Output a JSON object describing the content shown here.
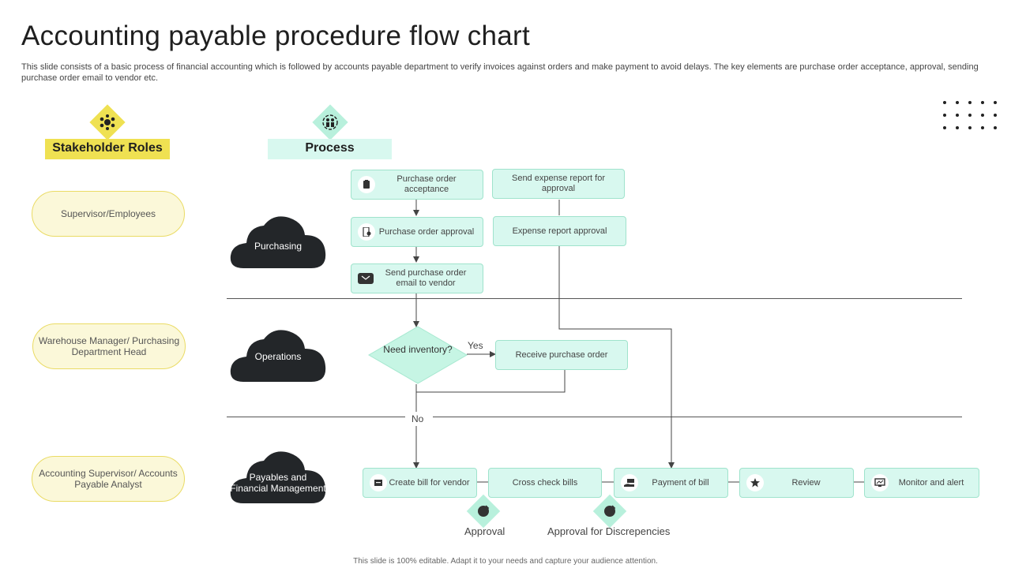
{
  "title": "Accounting payable procedure flow chart",
  "description": "This slide consists of a basic process of financial accounting which is followed by accounts payable department to verify invoices against orders and make payment to avoid delays. The key elements are purchase order acceptance, approval, sending purchase order email to vendor etc.",
  "headers": {
    "stakeholder": "Stakeholder Roles",
    "process": "Process"
  },
  "roles": [
    "Supervisor/Employees",
    "Warehouse Manager/ Purchasing Department Head",
    "Accounting Supervisor/ Accounts Payable Analyst"
  ],
  "departments": [
    "Purchasing",
    "Operations",
    "Payables and Financial Management"
  ],
  "steps": {
    "po_acceptance": "Purchase order acceptance",
    "po_approval": "Purchase order approval",
    "send_po_email": "Send purchase order email to vendor",
    "send_expense": "Send expense report for approval",
    "expense_approval": "Expense report approval",
    "need_inventory": "Need inventory?",
    "receive_po": "Receive purchase order",
    "create_bill": "Create bill for vendor",
    "cross_check": "Cross check bills",
    "payment": "Payment of bill",
    "review": "Review",
    "monitor": "Monitor and alert"
  },
  "branches": {
    "yes": "Yes",
    "no": "No"
  },
  "legend": {
    "approval": "Approval",
    "approval_discrepancies": "Approval  for Discrepencies"
  },
  "footer": "This slide is 100% editable.  Adapt it to your needs and capture your audience attention.",
  "colors": {
    "yellow": "#efe152",
    "mint": "#d8f8ef",
    "mint_dark": "#b8f0dc",
    "cloud": "#232629"
  },
  "icons": {
    "stakeholder": "team-icon",
    "process": "people-cycle-icon",
    "approval": "stamp-icon",
    "discrepancies": "stamp-icon"
  }
}
